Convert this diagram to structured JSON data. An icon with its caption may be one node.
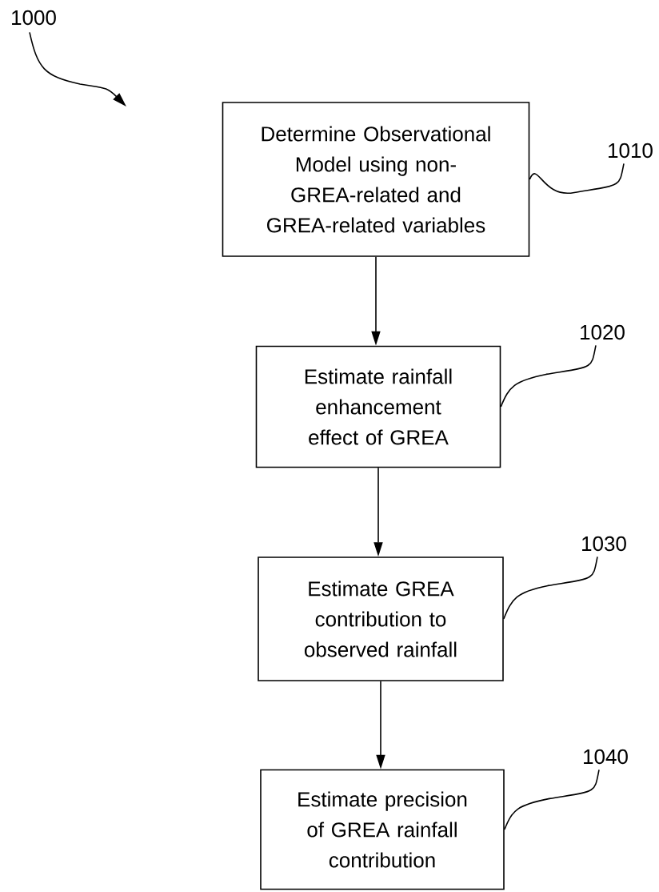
{
  "diagram": {
    "nodes": [
      {
        "text": [
          "Determine Observational Model using non-GREA-related and GREA-related variables"
        ]
      },
      {
        "text": [
          "1010"
        ]
      },
      {
        "text": [
          "Estimate rainfall enhancement effect of GREA"
        ]
      },
      {
        "text": [
          "1020"
        ]
      },
      {
        "text": [
          "Estimate GREA contribution to observed rainfall"
        ]
      },
      {
        "text": [
          "1030"
        ]
      },
      {
        "text": [
          "Estimate precision of GREA rainfall contribution"
        ]
      },
      {
        "text": [
          "1040"
        ]
      },
      {
        "text": [
          "1000"
        ]
      }
    ],
    "edges": [
      {
        "from": 0,
        "to": 2,
        "arrow": "to"
      },
      {
        "from": 2,
        "to": 4,
        "arrow": "to"
      },
      {
        "from": 4,
        "to": 6,
        "arrow": "to"
      },
      {
        "from": 1,
        "to": 0,
        "arrow": "none"
      },
      {
        "from": 3,
        "to": 2,
        "arrow": "none"
      },
      {
        "from": 5,
        "to": 4,
        "arrow": "none"
      },
      {
        "from": 7,
        "to": 6,
        "arrow": "none"
      },
      {
        "from": 8,
        "to": null,
        "arrow": "to"
      }
    ]
  }
}
